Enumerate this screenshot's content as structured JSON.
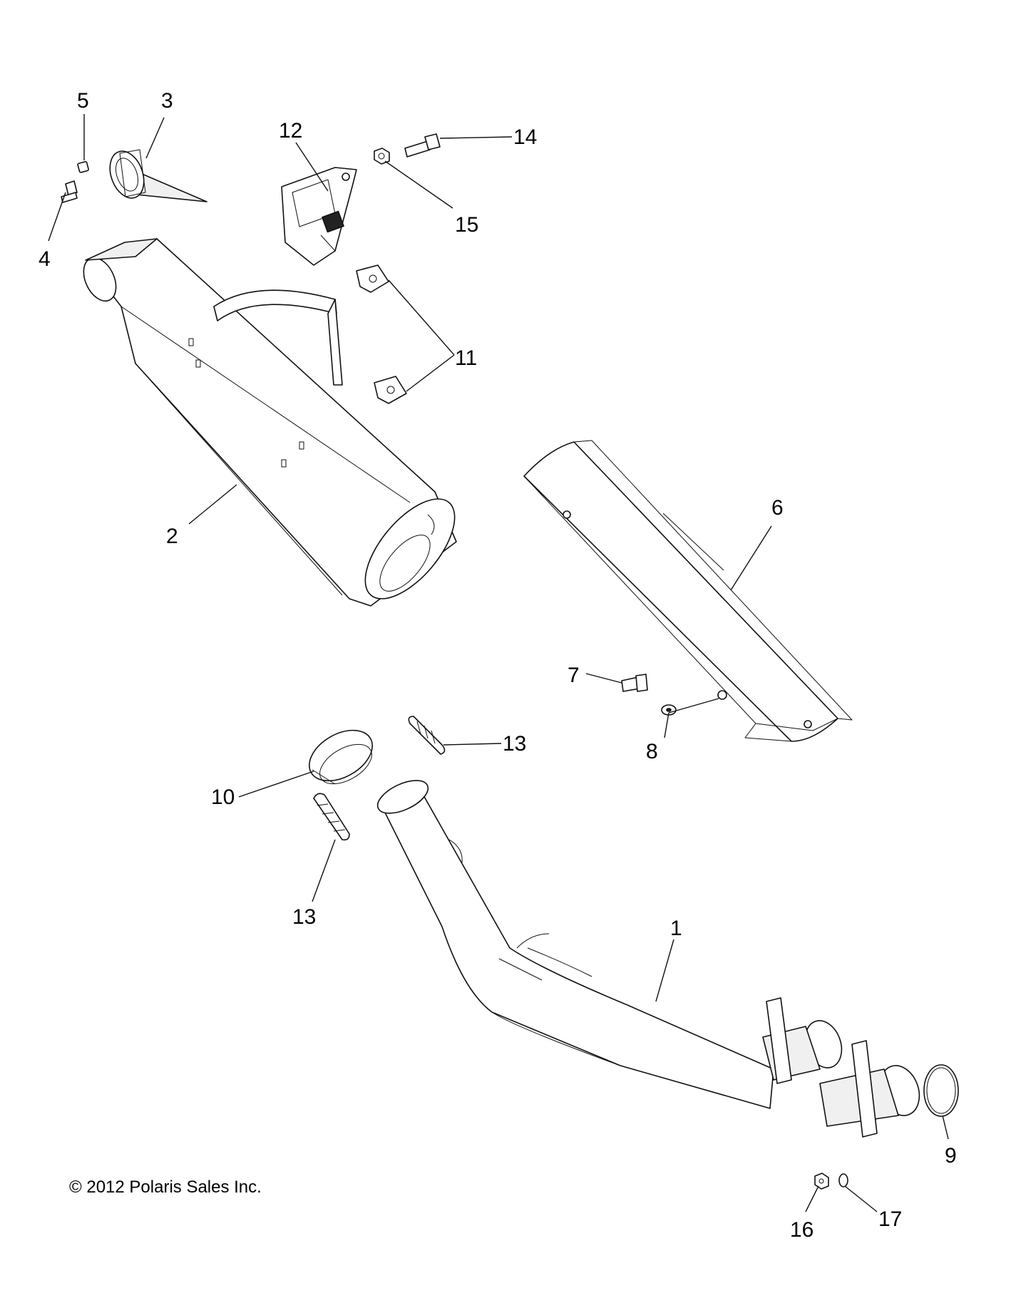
{
  "diagram": {
    "callouts": [
      {
        "id": "1",
        "label": "1"
      },
      {
        "id": "2",
        "label": "2"
      },
      {
        "id": "3",
        "label": "3"
      },
      {
        "id": "4",
        "label": "4"
      },
      {
        "id": "5",
        "label": "5"
      },
      {
        "id": "6",
        "label": "6"
      },
      {
        "id": "7",
        "label": "7"
      },
      {
        "id": "8",
        "label": "8"
      },
      {
        "id": "9",
        "label": "9"
      },
      {
        "id": "10",
        "label": "10"
      },
      {
        "id": "11",
        "label": "11"
      },
      {
        "id": "12",
        "label": "12"
      },
      {
        "id": "13a",
        "label": "13"
      },
      {
        "id": "13b",
        "label": "13"
      },
      {
        "id": "14",
        "label": "14"
      },
      {
        "id": "15",
        "label": "15"
      },
      {
        "id": "16",
        "label": "16"
      },
      {
        "id": "17",
        "label": "17"
      }
    ]
  },
  "copyright": "© 2012 Polaris Sales Inc."
}
